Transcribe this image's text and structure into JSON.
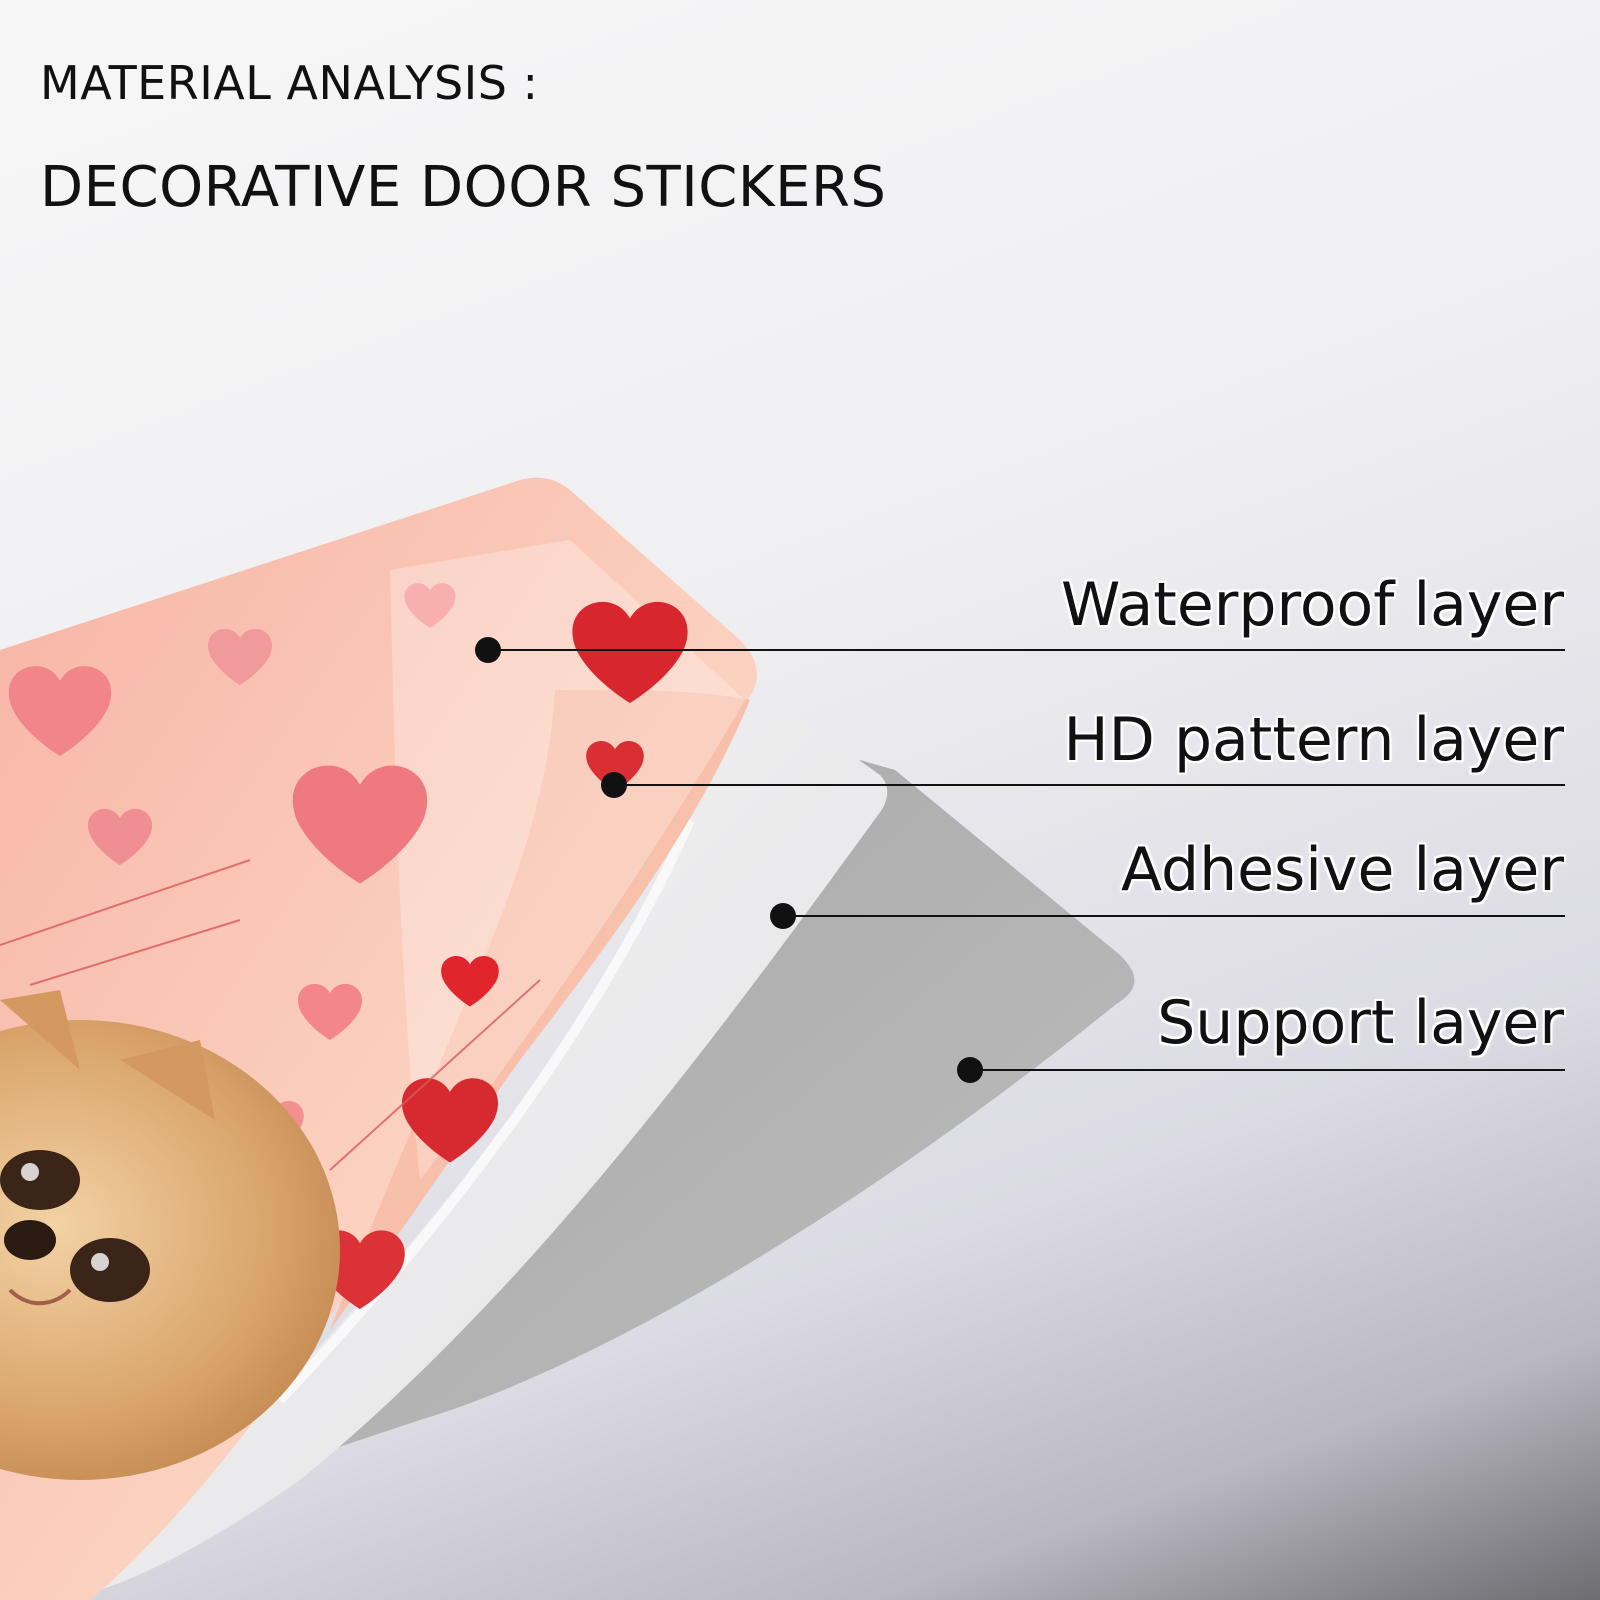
{
  "header": {
    "line1": "MATERIAL ANALYSIS :",
    "line2": "DECORATIVE DOOR STICKERS"
  },
  "layers": [
    {
      "label": "Waterproof layer"
    },
    {
      "label": "HD pattern layer"
    },
    {
      "label": "Adhesive layer"
    },
    {
      "label": "Support layer"
    }
  ],
  "colors": {
    "text": "#111111",
    "pattern_pink": "#f4a9a0",
    "heart_red": "#d7262e",
    "adhesive": "#ededee",
    "support": "#b3b3b3"
  }
}
